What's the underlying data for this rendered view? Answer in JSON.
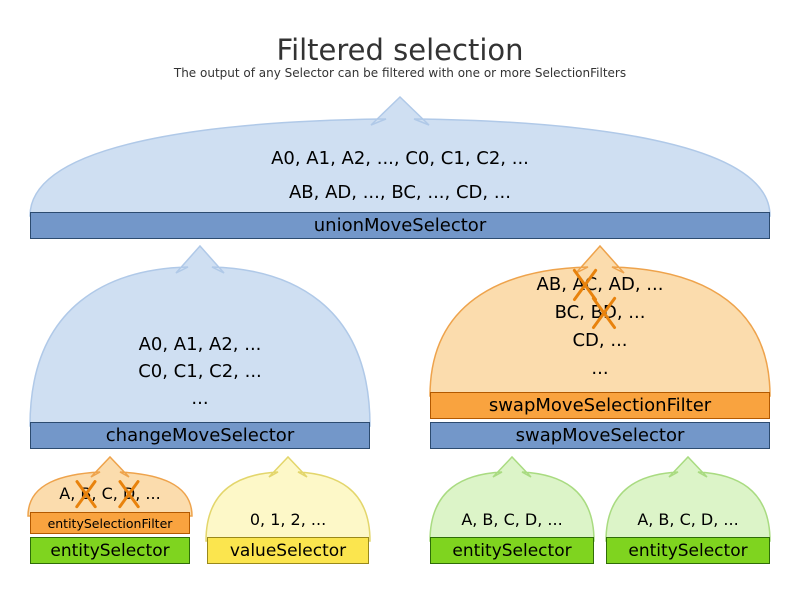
{
  "title": "Filtered selection",
  "subtitle": "The output of any Selector can be filtered with one or more SelectionFilters",
  "colors": {
    "bar_blue": "#7397c9",
    "bar_blue_border": "#2c4b70",
    "bar_orange": "#f9a33f",
    "bar_orange_border": "#b35900",
    "bar_green": "#7fd41f",
    "bar_green_border": "#2f6d08",
    "bar_yellow": "#fbe54e",
    "bar_yellow_border": "#99891b",
    "funnel_blue_fill": "#cfdff2",
    "funnel_blue_stroke": "#b0c9e8",
    "funnel_orange_fill": "#fbdcad",
    "funnel_orange_stroke": "#eea34c",
    "funnel_yellow_fill": "#fdf8c8",
    "funnel_yellow_stroke": "#e3d66c",
    "funnel_green_fill": "#dcf4c8",
    "funnel_green_stroke": "#a9db81",
    "cross_mark": "#e8820c",
    "text": "#000000"
  },
  "funnels": {
    "union": {
      "bar_label": "unionMoveSelector",
      "lines": [
        [
          {
            "t": "A0, A1, A2, ..., C0, C1, C2, ..."
          }
        ],
        [
          {
            "t": "AB, AD, ..., BC, ..., CD, ..."
          }
        ]
      ]
    },
    "change": {
      "bar_label": "changeMoveSelector",
      "lines": [
        [
          {
            "t": "A0, A1, A2, ..."
          }
        ],
        [
          {
            "t": "C0, C1, C2, ..."
          }
        ],
        [
          {
            "t": "..."
          }
        ]
      ]
    },
    "swap": {
      "filter_bar_label": "swapMoveSelectionFilter",
      "bar_label": "swapMoveSelector",
      "lines": [
        [
          {
            "t": "AB, "
          },
          {
            "t": "AC",
            "crossed": true
          },
          {
            "t": ", AD, ..."
          }
        ],
        [
          {
            "t": "BC, "
          },
          {
            "t": "BD",
            "crossed": true
          },
          {
            "t": ", ..."
          }
        ],
        [
          {
            "t": "CD, ..."
          }
        ],
        [
          {
            "t": "..."
          }
        ]
      ]
    },
    "entity_filtered": {
      "filter_bar_label": "entitySelectionFilter",
      "bar_label": "entitySelector",
      "lines": [
        [
          {
            "t": "A, "
          },
          {
            "t": "B",
            "crossed": true
          },
          {
            "t": ", C, "
          },
          {
            "t": "D",
            "crossed": true
          },
          {
            "t": ", ..."
          }
        ]
      ]
    },
    "value": {
      "bar_label": "valueSelector",
      "lines": [
        [
          {
            "t": "0, 1, 2, ..."
          }
        ]
      ]
    },
    "entity_plain_left": {
      "bar_label": "entitySelector",
      "lines": [
        [
          {
            "t": "A, B, C, D, ..."
          }
        ]
      ]
    },
    "entity_plain_right": {
      "bar_label": "entitySelector",
      "lines": [
        [
          {
            "t": "A, B, C, D, ..."
          }
        ]
      ]
    }
  }
}
